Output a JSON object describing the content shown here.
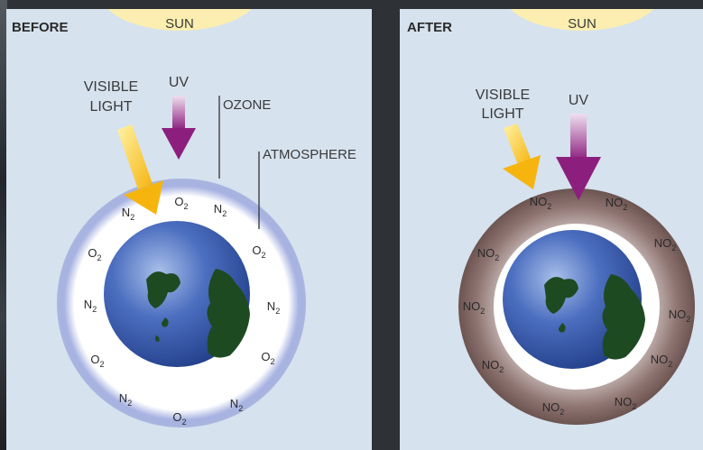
{
  "before": {
    "heading": "BEFORE",
    "sun": "SUN",
    "uv": "UV",
    "visible_light": [
      "VISIBLE",
      "LIGHT"
    ],
    "ozone": "OZONE",
    "atmosphere": "ATMOSPHERE",
    "molecules": [
      {
        "base": "O",
        "sub": "2"
      },
      {
        "base": "N",
        "sub": "2"
      },
      {
        "base": "N",
        "sub": "2"
      },
      {
        "base": "O",
        "sub": "2"
      },
      {
        "base": "O",
        "sub": "2"
      },
      {
        "base": "N",
        "sub": "2"
      },
      {
        "base": "N",
        "sub": "2"
      },
      {
        "base": "O",
        "sub": "2"
      },
      {
        "base": "O",
        "sub": "2"
      },
      {
        "base": "N",
        "sub": "2"
      },
      {
        "base": "O",
        "sub": "2"
      },
      {
        "base": "N",
        "sub": "2"
      }
    ]
  },
  "after": {
    "heading": "AFTER",
    "sun": "SUN",
    "uv": "UV",
    "visible_light": [
      "VISIBLE",
      "LIGHT"
    ],
    "molecules": [
      {
        "base": "NO",
        "sub": "2"
      },
      {
        "base": "NO",
        "sub": "2"
      },
      {
        "base": "NO",
        "sub": "2"
      },
      {
        "base": "NO",
        "sub": "2"
      },
      {
        "base": "NO",
        "sub": "2"
      },
      {
        "base": "NO",
        "sub": "2"
      },
      {
        "base": "NO",
        "sub": "2"
      },
      {
        "base": "NO",
        "sub": "2"
      },
      {
        "base": "NO",
        "sub": "2"
      },
      {
        "base": "NO",
        "sub": "2"
      }
    ]
  },
  "colors": {
    "panel": "#d6e2ee",
    "sun": "#fbeeb0",
    "uv_arrow": "#8c1f7d",
    "light_arrow": "#f6b40f",
    "ozone_ring": "#7f8ed0",
    "smog_ring": "#8a6f6b",
    "earth": "#2f4f9f",
    "land": "#1e4a22"
  }
}
